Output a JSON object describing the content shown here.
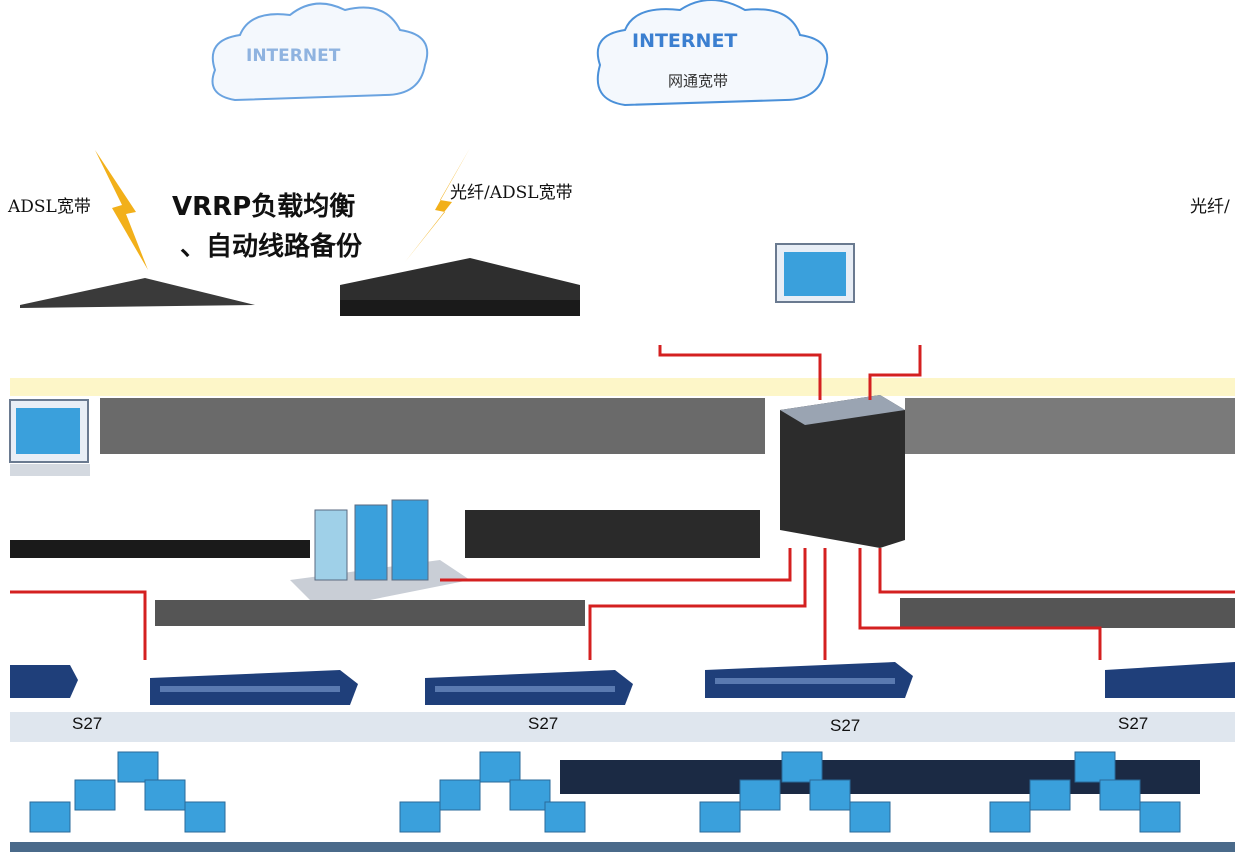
{
  "clouds": [
    {
      "label": "INTERNET"
    },
    {
      "label": "INTERNET",
      "sublabel": "网通宽带"
    }
  ],
  "links": {
    "adsl_left": "ADSL宽带",
    "fiber_mid": "光纤/ADSL宽带",
    "fiber_right": "光纤/"
  },
  "title": {
    "line1": "VRRP负载均衡",
    "line2": "、自动线路备份"
  },
  "switches": [
    {
      "label": "S27"
    },
    {
      "label": "S27"
    },
    {
      "label": "S27"
    },
    {
      "label": "S27"
    }
  ],
  "colors": {
    "cable": "#d42020",
    "switch_body": "#1f3f7a",
    "cloud_stroke": "#4a90d9",
    "monitor_screen": "#3aa0dc",
    "lightning": "#f2b01a"
  }
}
